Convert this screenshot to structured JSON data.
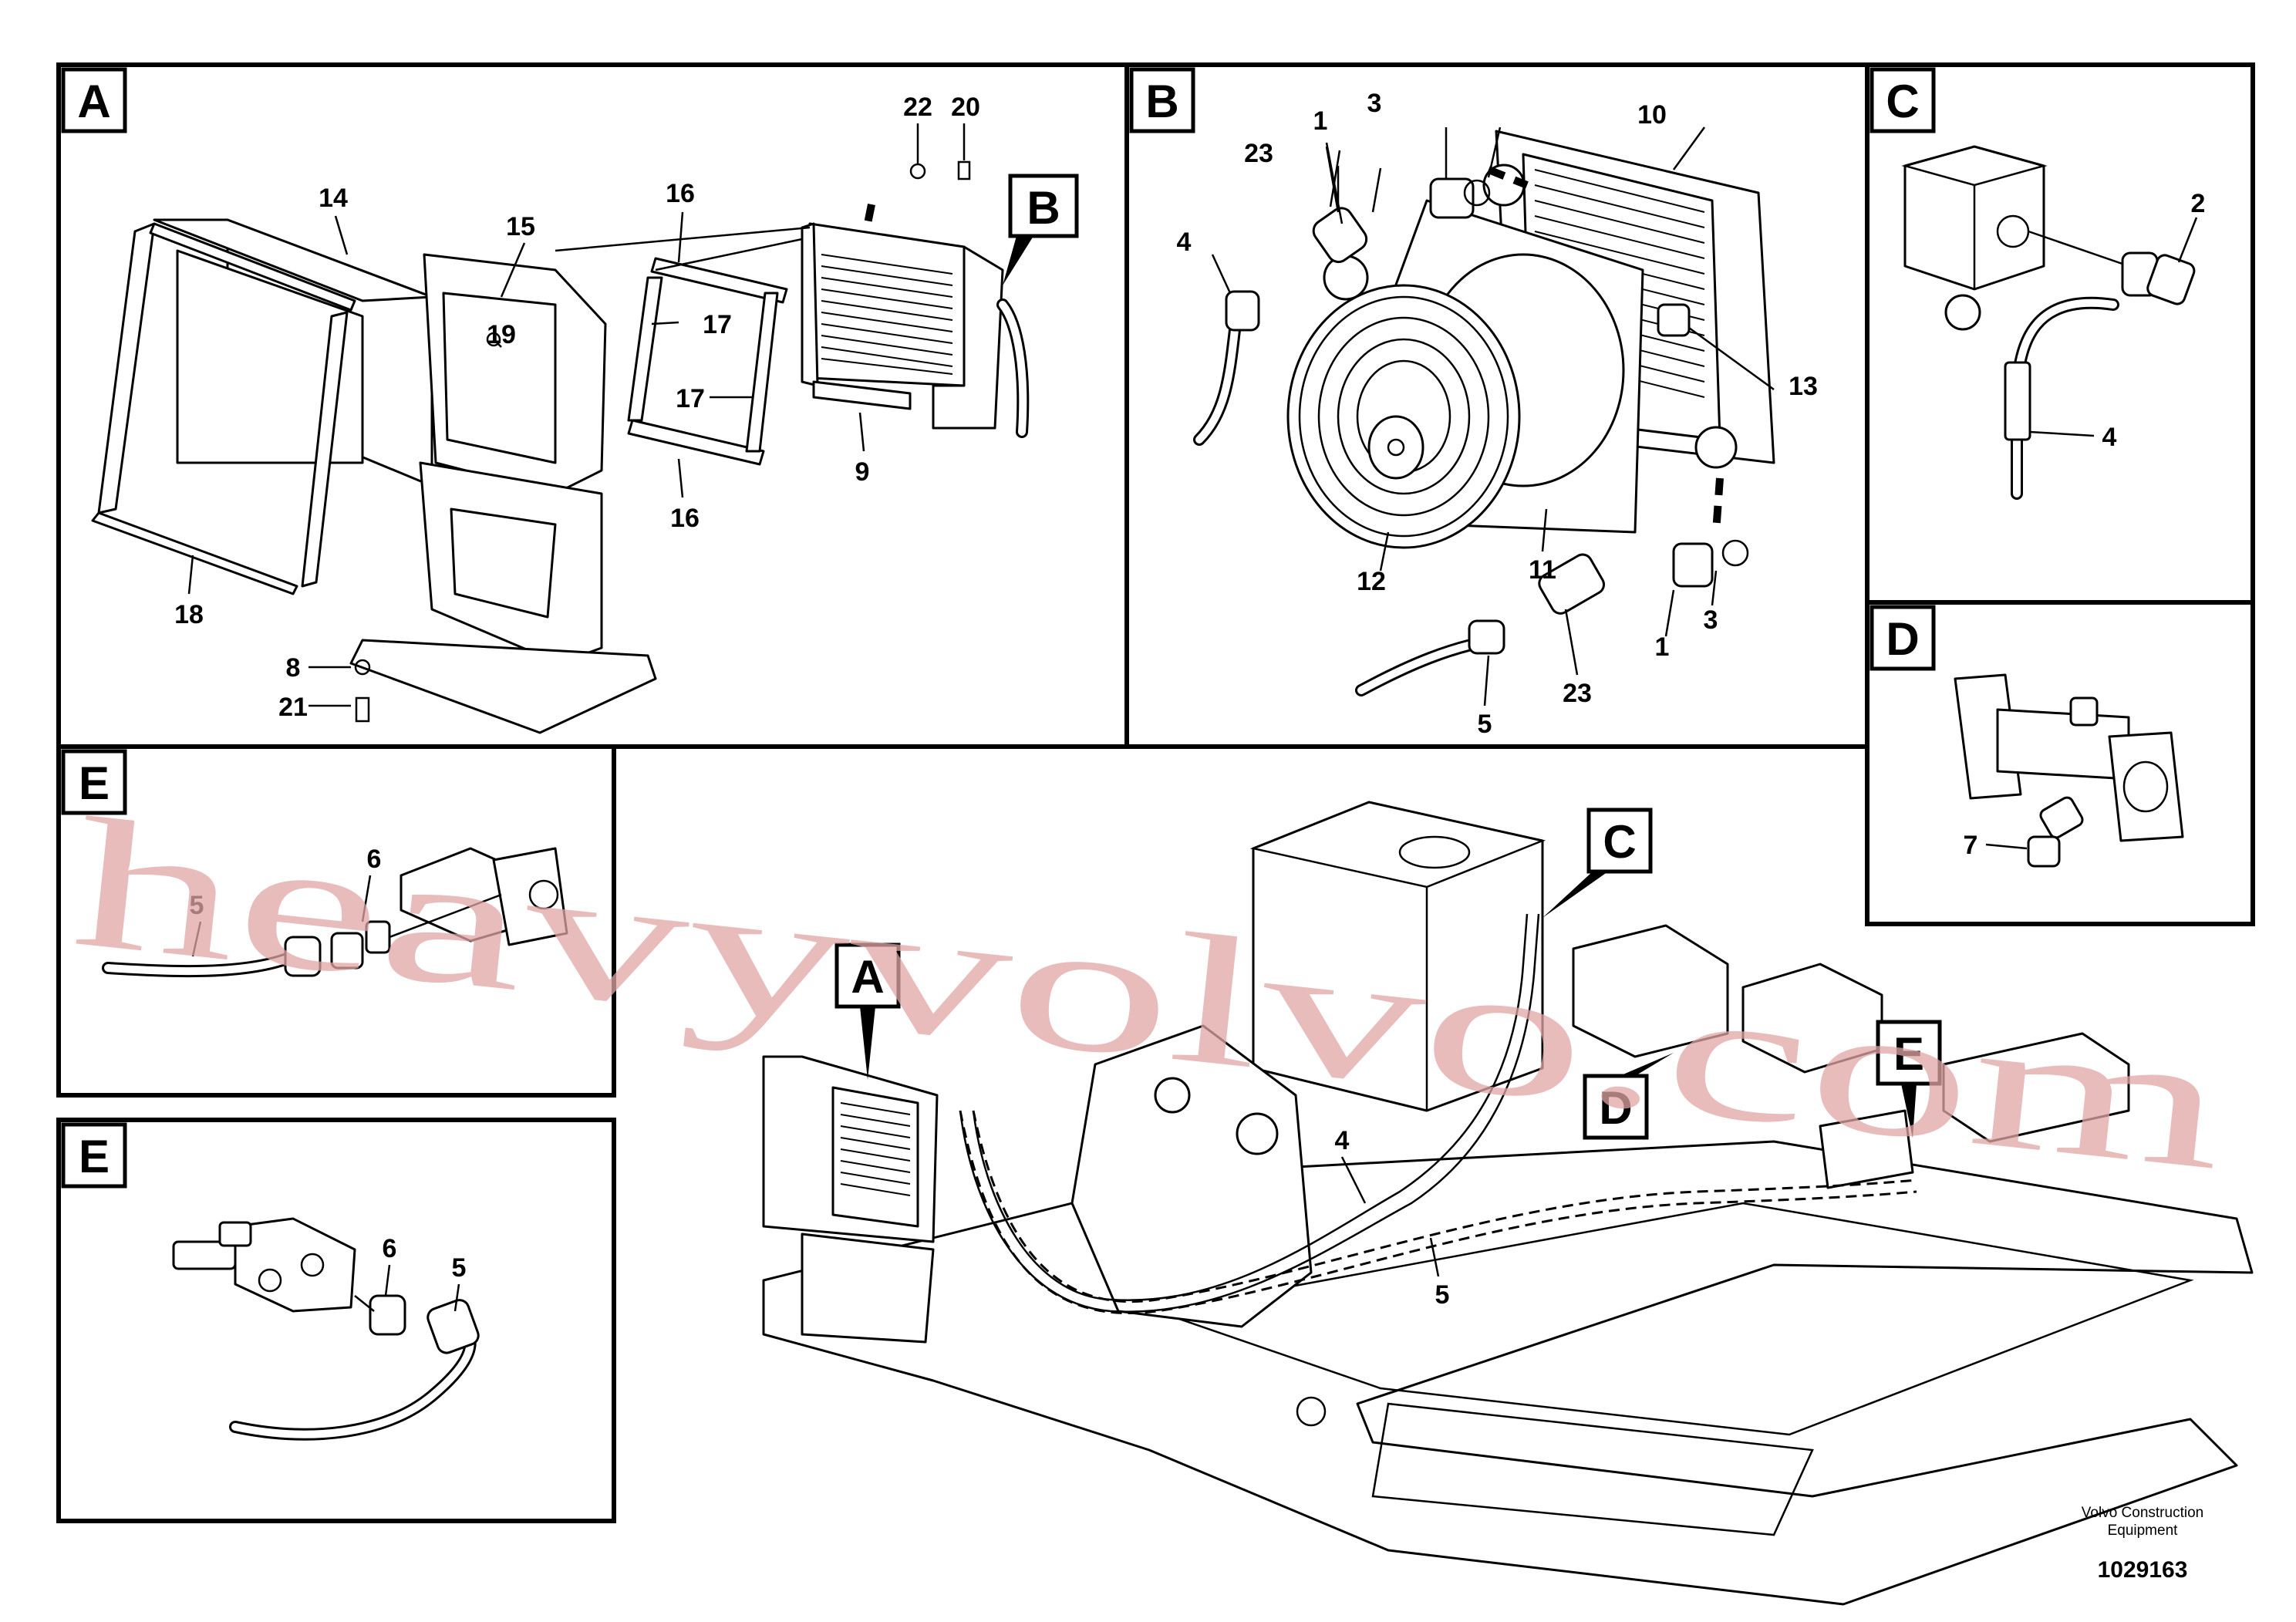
{
  "panels": {
    "A": {
      "label": "A"
    },
    "B": {
      "label": "B"
    },
    "C": {
      "label": "C"
    },
    "D": {
      "label": "D"
    },
    "E_top": {
      "label": "E"
    },
    "E_bottom": {
      "label": "E"
    }
  },
  "callouts": {
    "panel_A": [
      "22",
      "20",
      "14",
      "15",
      "16",
      "19",
      "17",
      "17",
      "16",
      "9",
      "18",
      "8",
      "21"
    ],
    "panel_A_ref": "B",
    "panel_B": [
      "1",
      "3",
      "10",
      "23",
      "4",
      "13",
      "12",
      "11",
      "3",
      "1",
      "23",
      "5"
    ],
    "panel_C": [
      "2",
      "4"
    ],
    "panel_D": [
      "7"
    ],
    "panel_E_top": [
      "6",
      "5"
    ],
    "panel_E_bottom": [
      "6",
      "5"
    ],
    "main": [
      "4",
      "5"
    ],
    "main_tags": [
      "A",
      "C",
      "D",
      "E"
    ]
  },
  "watermark": "heavyvolvo.com",
  "footer": {
    "company_line1": "Volvo Construction",
    "company_line2": "Equipment",
    "drawing_number": "1029163"
  }
}
